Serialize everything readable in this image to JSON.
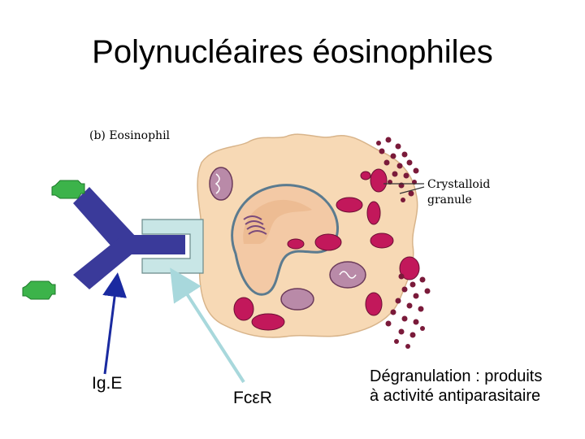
{
  "title": "Polynucléaires éosinophiles",
  "figure": {
    "panel_label": "(b) Eosinophil",
    "crystalloid_label": [
      "Crystalloid",
      "granule"
    ]
  },
  "labels": {
    "ige": "Ig.E",
    "fc_receptor": "FcεR",
    "degranulation": [
      "Dégranulation : produits",
      "à activité antiparasitaire"
    ]
  },
  "colors": {
    "antibody": "#3a3a9a",
    "receptor": "#c8e6e6",
    "antigen": "#3cb34a",
    "cytoplasm": "#f7d9b5",
    "granule": "#c2185b",
    "released_granule": "#7a1a3a",
    "ige_arrow": "#1a2aa0",
    "fc_arrow": "#a8d8dc"
  }
}
